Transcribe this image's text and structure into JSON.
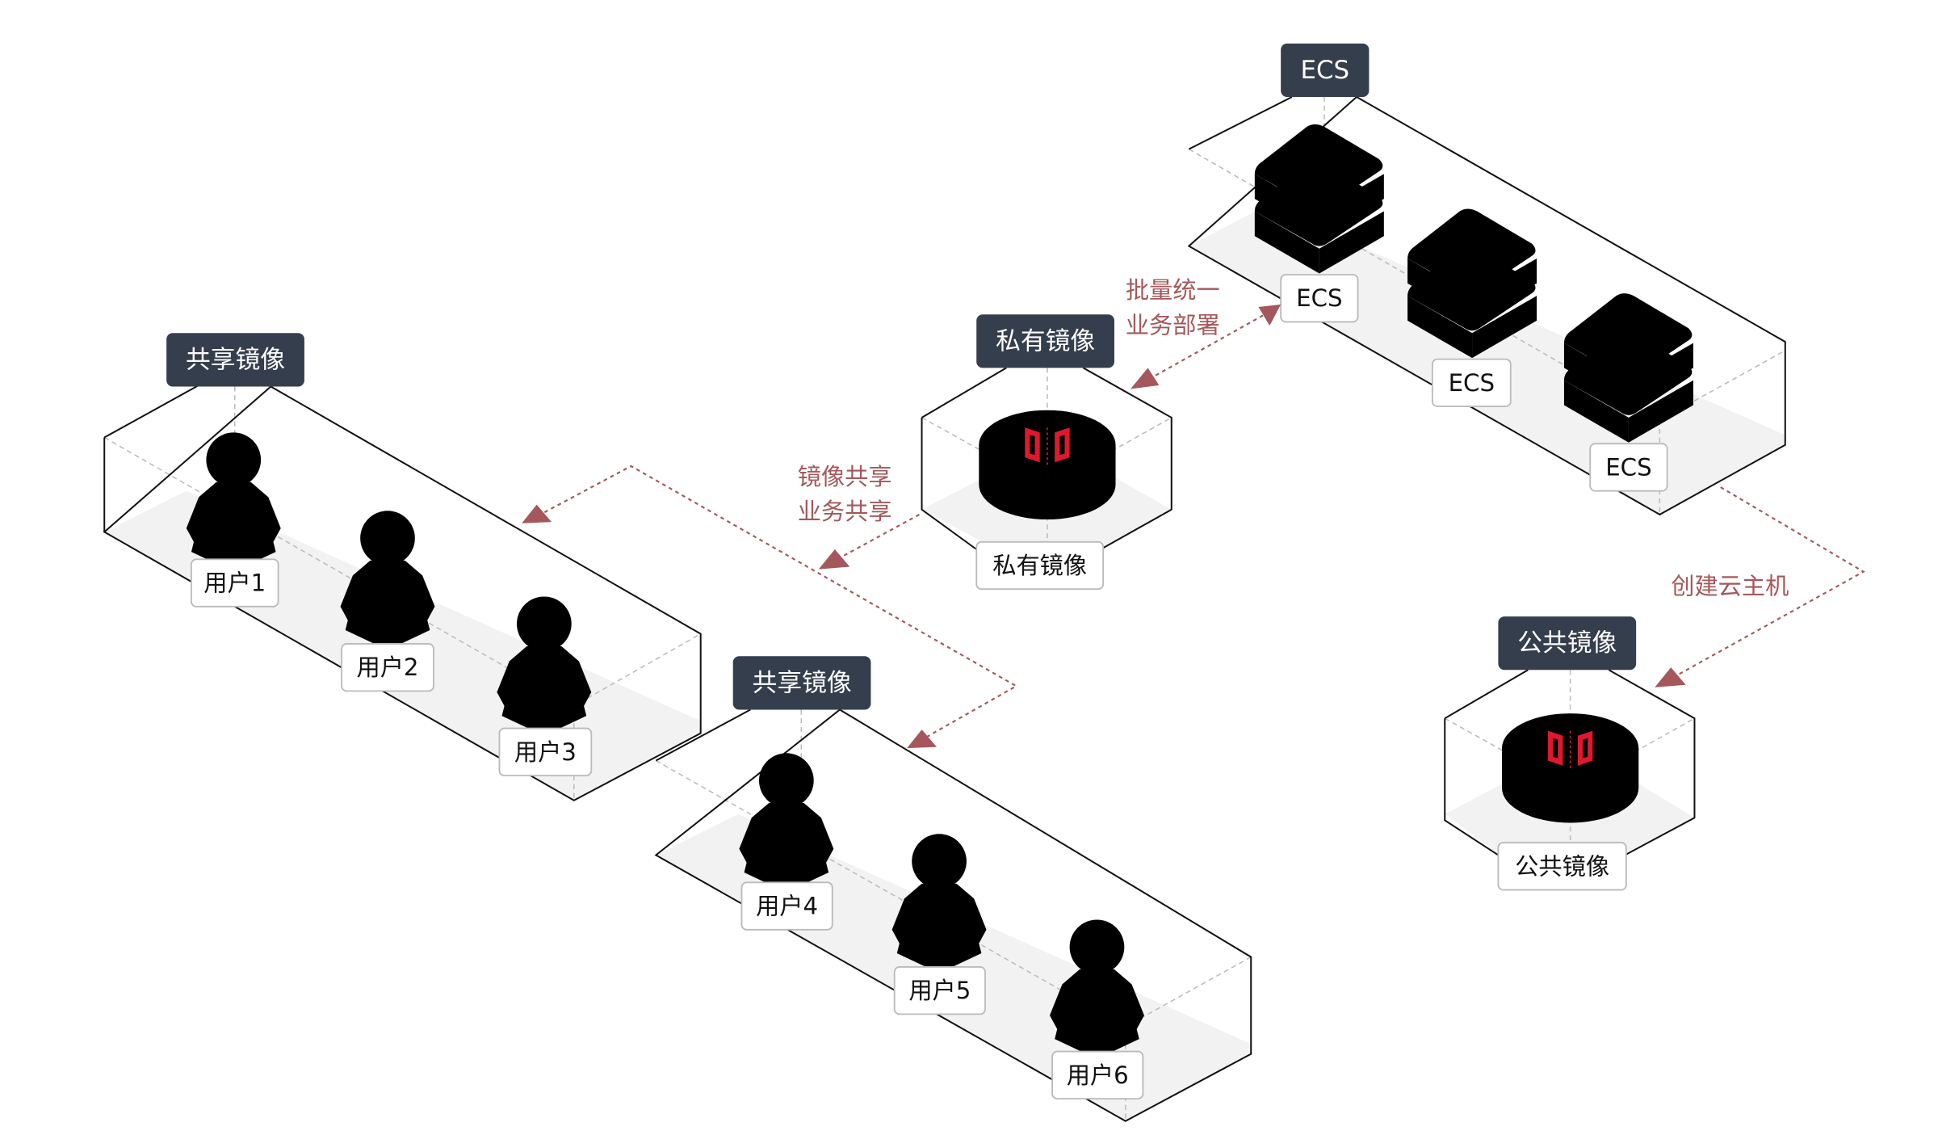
{
  "colors": {
    "dark_label": "#353e4d",
    "flow": "#a5585b",
    "logo": "#e0182d"
  },
  "ecs_group": {
    "title": "ECS",
    "servers": [
      "ECS",
      "ECS",
      "ECS"
    ]
  },
  "private_image": {
    "title": "私有镜像",
    "label": "私有镜像"
  },
  "public_image": {
    "title": "公共镜像",
    "label": "公共镜像"
  },
  "shared_group_1": {
    "title": "共享镜像",
    "users": [
      "用户1",
      "用户2",
      "用户3"
    ]
  },
  "shared_group_2": {
    "title": "共享镜像",
    "users": [
      "用户4",
      "用户5",
      "用户6"
    ]
  },
  "flows": {
    "batch_deploy": [
      "批量统一",
      "业务部署"
    ],
    "image_share": [
      "镜像共享",
      "业务共享"
    ],
    "create_vm": "创建云主机"
  }
}
